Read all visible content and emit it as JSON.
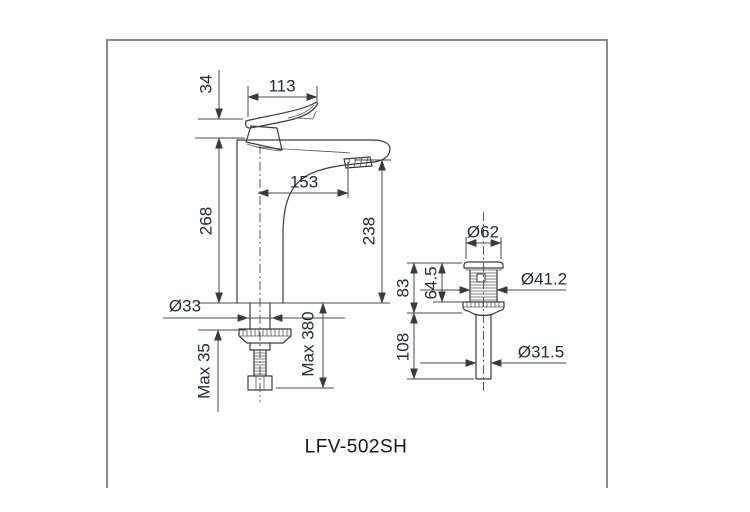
{
  "drawing": {
    "model": "LFV-502SH",
    "faucet": {
      "handle_height": "34",
      "handle_length": "113",
      "spout_reach": "153",
      "body_height": "268",
      "spout_height": "238",
      "shank_diameter": "Ø33",
      "max_deck_thickness": "Max 35",
      "max_supply_length": "Max 380"
    },
    "drain": {
      "cap_diameter": "Ø62",
      "upper_height": "83",
      "thread_height": "64.5",
      "body_diameter": "Ø41.2",
      "tail_height": "108",
      "pipe_diameter": "Ø31.5"
    }
  }
}
